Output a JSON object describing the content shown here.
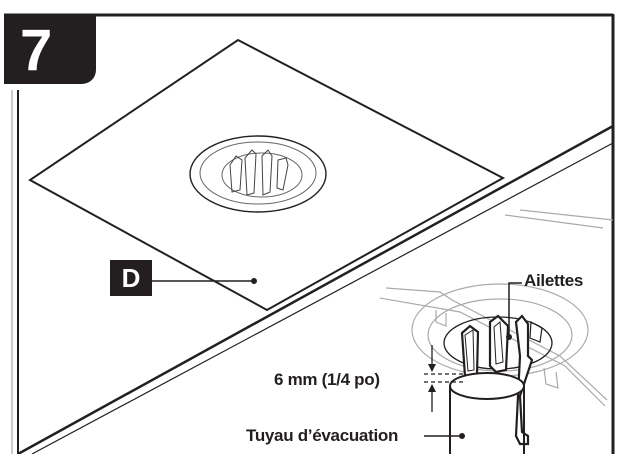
{
  "step": {
    "number": "7"
  },
  "parts": {
    "d_label": "D"
  },
  "labels": {
    "fins": "Ailettes",
    "gap": "6 mm (1/4 po)",
    "drain_pipe": "Tuyau d’évacuation"
  },
  "colors": {
    "ink": "#231f20",
    "light_line": "#aaaaaa",
    "background": "#ffffff"
  }
}
